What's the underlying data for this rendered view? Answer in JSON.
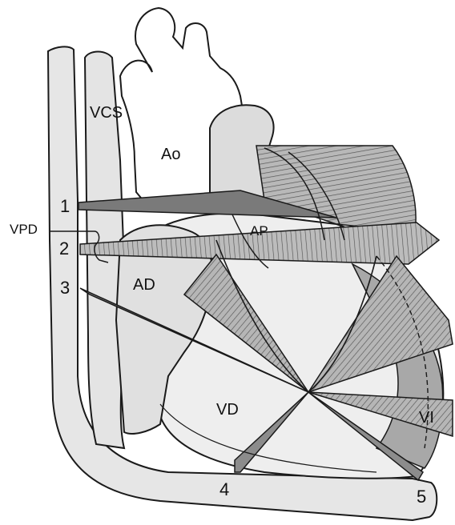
{
  "labels": {
    "vcs": "VCS",
    "ao": "Ao",
    "vpd": "VPD",
    "ap": "AP",
    "ad": "AD",
    "vd": "VD",
    "vi": "VI"
  },
  "view_numbers": {
    "n1": "1",
    "n2": "2",
    "n3": "3",
    "n4": "4",
    "n5": "5"
  },
  "colors": {
    "structure_fill": "#e4e4e4",
    "heart_fill": "#eeeeee",
    "plane_fill": "#8c8c8c",
    "outline": "#1a1a1a"
  }
}
